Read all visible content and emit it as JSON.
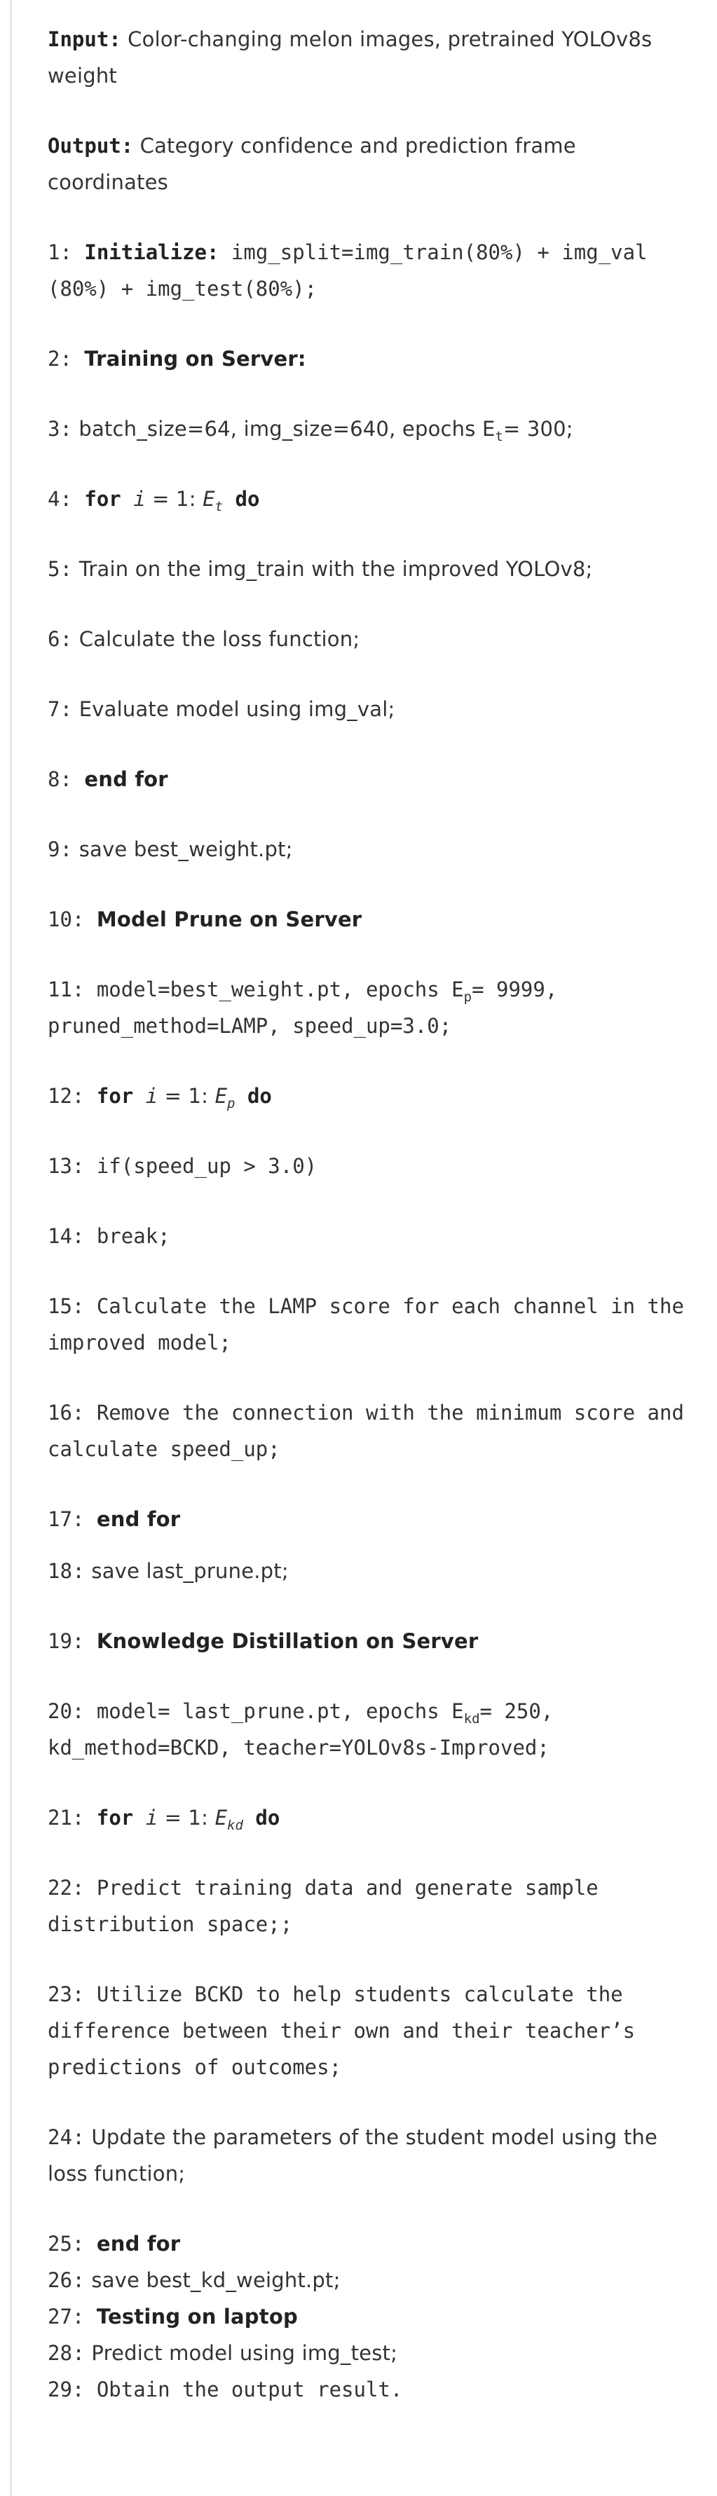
{
  "algorithm": {
    "input_label": "Input:",
    "input_text": " Color-changing melon images, pretrained YOLOv8s weight",
    "output_label": "Output:",
    "output_text": " Category confidence and prediction frame coordinates",
    "steps": [
      {
        "num": "1:",
        "bold": "Initialize:",
        "text": " img_split=img_train(80%) + img_val (80%) + img_test(80%);"
      },
      {
        "num": "2:",
        "bold": "Training on Server:",
        "text": ""
      },
      {
        "num": "3:",
        "pre": " batch_size=64, img_size=640, epochs E",
        "sub": "t",
        "post": "= 300;"
      },
      {
        "num": "4:",
        "kw1": "for",
        "var": "i",
        "mid": " = 1: ",
        "var2": "E",
        "sub": "t",
        "kw2": "do"
      },
      {
        "num": "5:",
        "text": "  Train on the img_train with the improved YOLOv8;"
      },
      {
        "num": "6:",
        "text": "  Calculate the loss function;"
      },
      {
        "num": "7:",
        "text": "  Evaluate model using img_val;"
      },
      {
        "num": "8:",
        "bold": "end for",
        "text": ""
      },
      {
        "num": "9:",
        "text": " save best_weight.pt;"
      },
      {
        "num": "10:",
        "bold": "Model Prune on Server",
        "text": ""
      },
      {
        "num": "11:",
        "pre": " model=best_weight.pt, epochs E",
        "sub": "p",
        "post": "= 9999, pruned_method=LAMP, speed_up=3.0;"
      },
      {
        "num": "12:",
        "kw1": "for",
        "var": "i",
        "mid": " = 1: ",
        "var2": "E",
        "sub": "p",
        "kw2": "do"
      },
      {
        "num": "13:",
        "text": "  if(speed_up > 3.0)"
      },
      {
        "num": "14:",
        "text": "  break;"
      },
      {
        "num": "15:",
        "text": "  Calculate the LAMP score for each channel in the improved model;"
      },
      {
        "num": "16:",
        "text": "  Remove the connection with the minimum score and calculate speed_up;"
      },
      {
        "num": "17:",
        "bold": "end for",
        "text": ""
      },
      {
        "num": "18:",
        "text": " save last_prune.pt;"
      },
      {
        "num": "19:",
        "bold": "Knowledge Distillation on Server",
        "text": ""
      },
      {
        "num": "20:",
        "pre": " model= last_prune.pt, epochs E",
        "sub": "kd",
        "post": "= 250, kd_method=BCKD, teacher=YOLOv8s-Improved;"
      },
      {
        "num": "21:",
        "kw1": "for",
        "var": "i",
        "mid": " = 1: ",
        "var2": "E",
        "sub": "kd",
        "kw2": "do"
      },
      {
        "num": "22:",
        "text": "  Predict training data and generate sample distribution space;;"
      },
      {
        "num": "23:",
        "text": "  Utilize BCKD to help students calculate the difference between their own and their teacher’s predictions of outcomes;"
      },
      {
        "num": "24:",
        "text": " Update the parameters of the student model using the loss function;"
      },
      {
        "num": "25:",
        "bold": "end for",
        "text": ""
      },
      {
        "num": "26:",
        "text": " save best_kd_weight.pt;"
      },
      {
        "num": "27:",
        "bold": "Testing on laptop",
        "text": ""
      },
      {
        "num": "28:",
        "text": " Predict model using img_test;"
      },
      {
        "num": "29:",
        "text": " Obtain the output result."
      }
    ]
  },
  "colors": {
    "text": "#333333",
    "rule": "#e6e6e6",
    "background": "#ffffff"
  }
}
